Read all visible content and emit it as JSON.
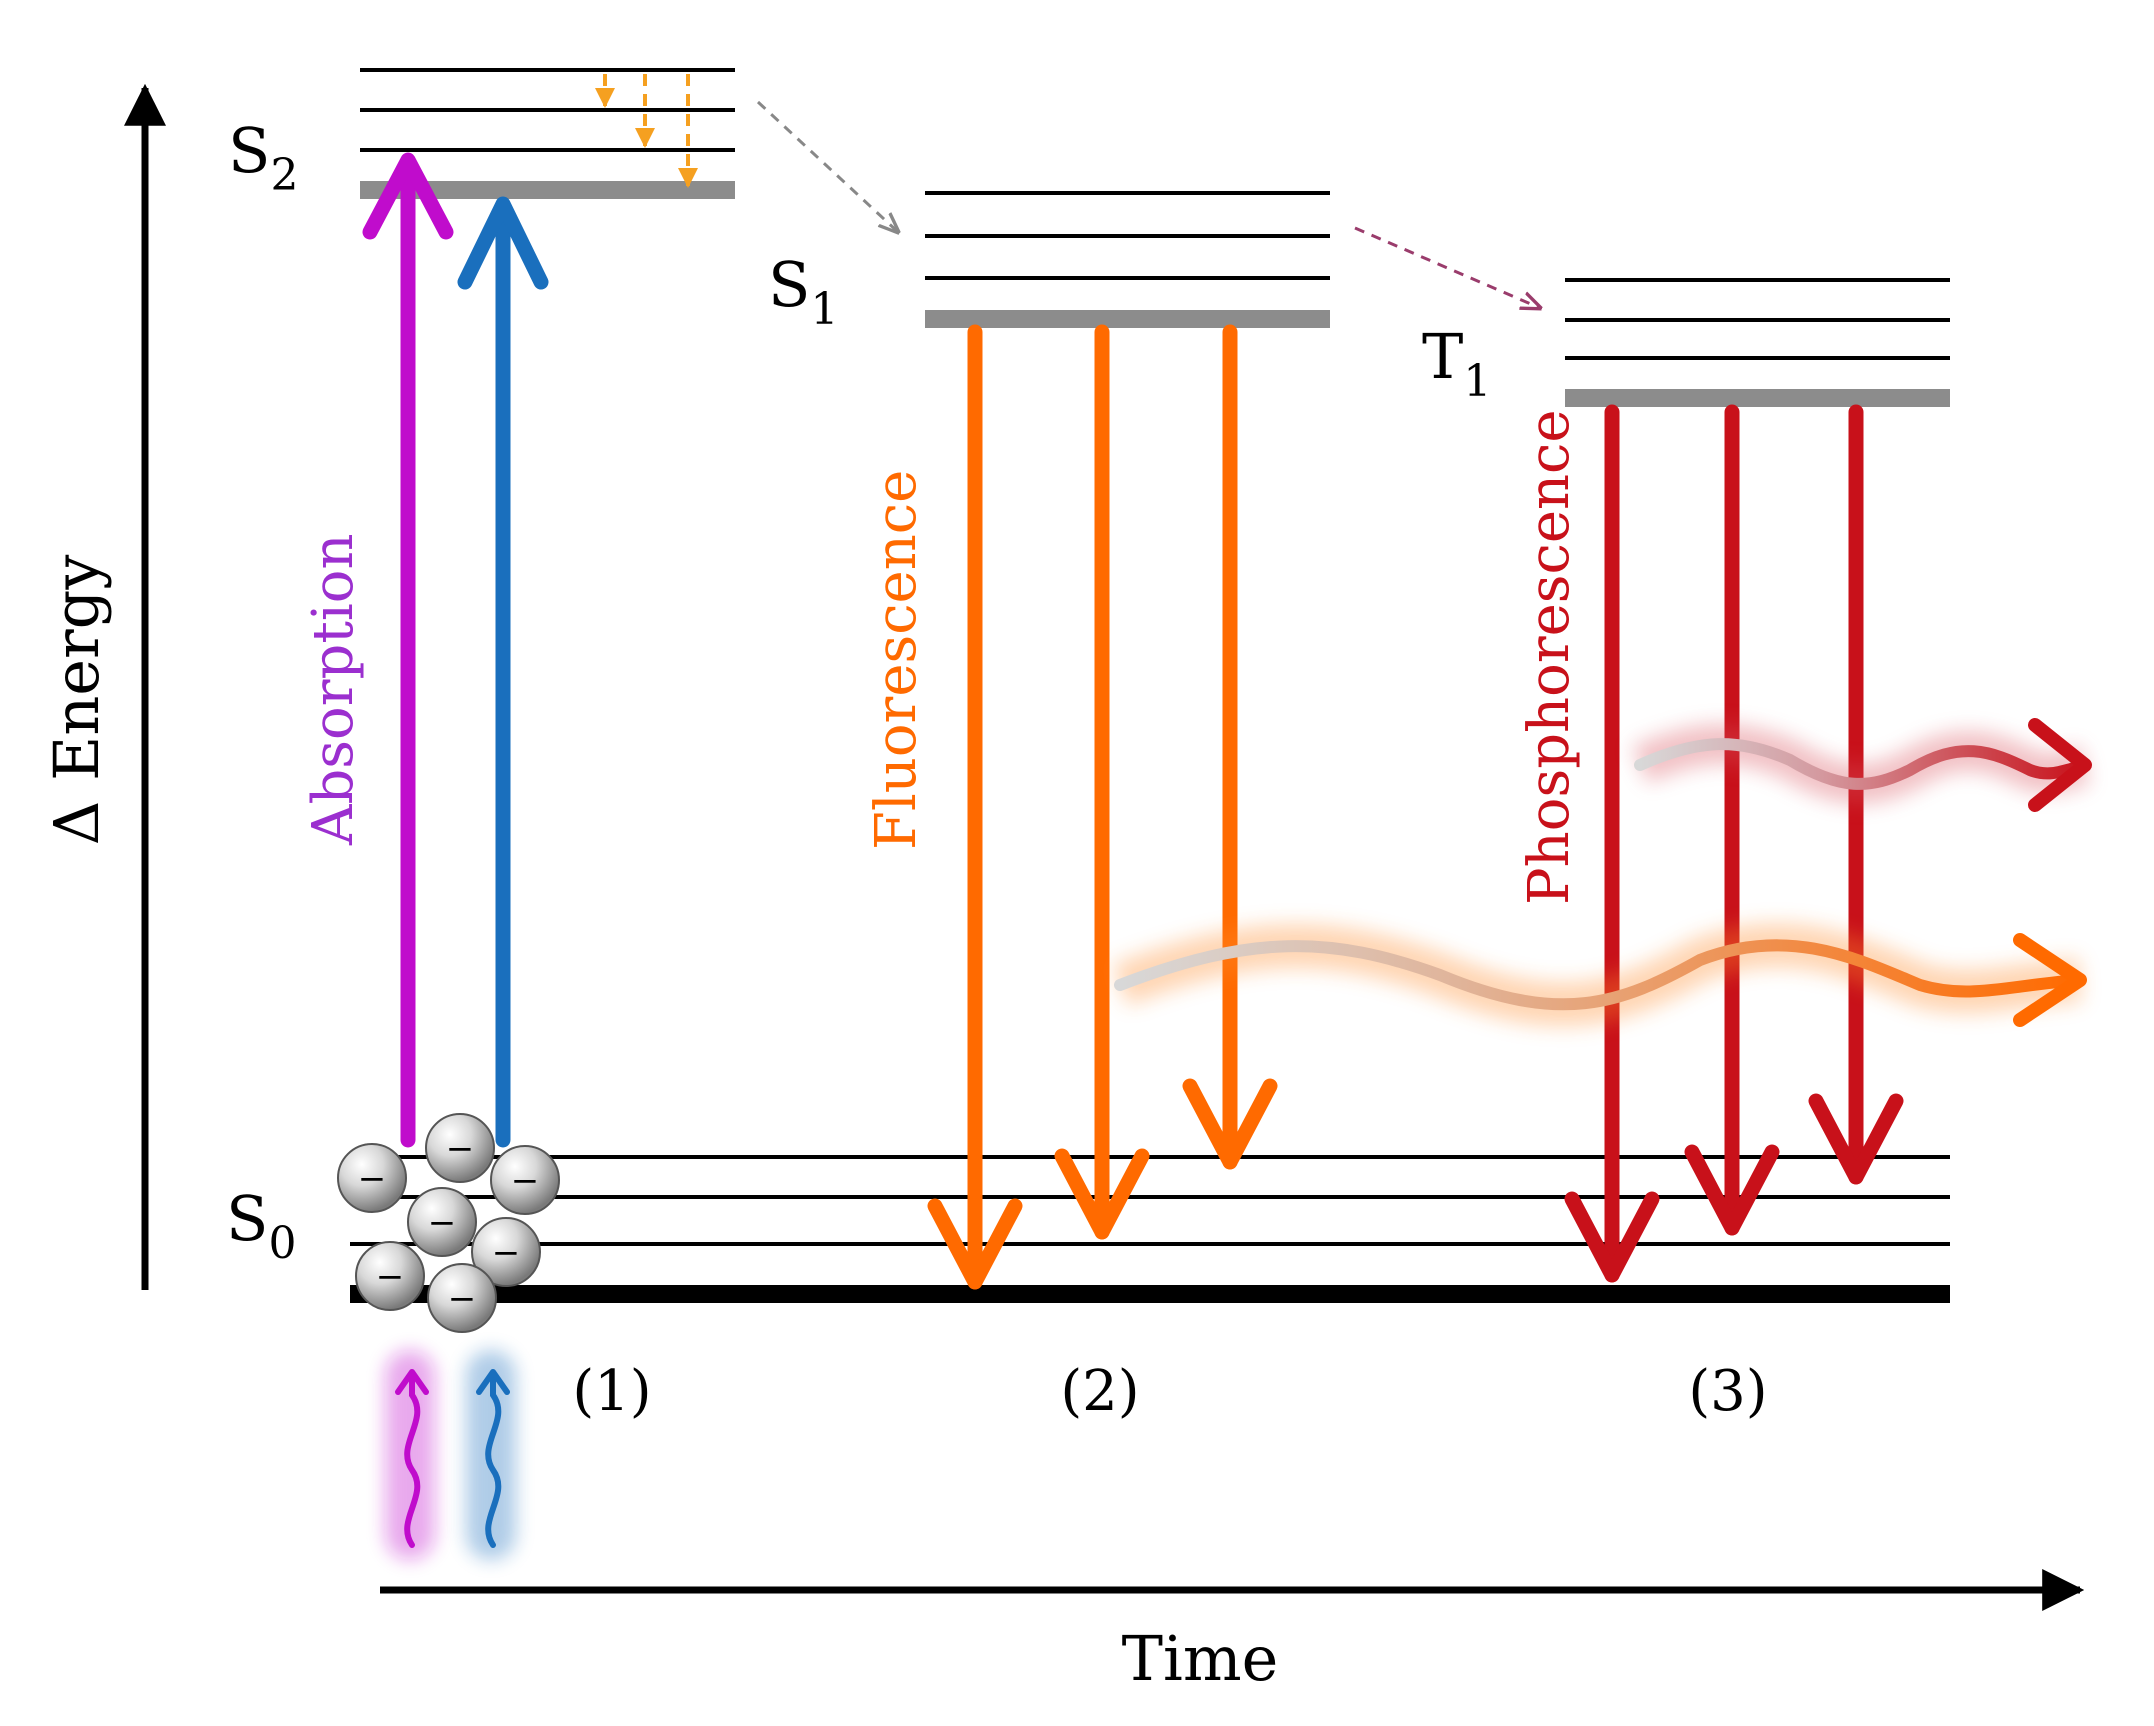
{
  "axes": {
    "y_label": "Δ Energy",
    "x_label": "Time"
  },
  "states": {
    "s0": {
      "letter": "S",
      "sub": "0"
    },
    "s1": {
      "letter": "S",
      "sub": "1"
    },
    "s2": {
      "letter": "S",
      "sub": "2"
    },
    "t1": {
      "letter": "T",
      "sub": "1"
    }
  },
  "processes": {
    "p1": "(1)",
    "p2": "(2)",
    "p3": "(3)"
  },
  "transitions": {
    "absorption": "Absorption",
    "fluorescence": "Fluorescence",
    "phosphorescence": "Phosphorescence"
  },
  "electron_symbol": "−",
  "colors": {
    "absorption_magenta": "#c00ccc",
    "absorption_blue": "#1a6fbd",
    "fluorescence": "#ff6a00",
    "phosphorescence": "#c8111a",
    "vibrational_relaxation": "#f5a020",
    "ground_level": "#000000",
    "excited_level": "#8c8c8c"
  }
}
